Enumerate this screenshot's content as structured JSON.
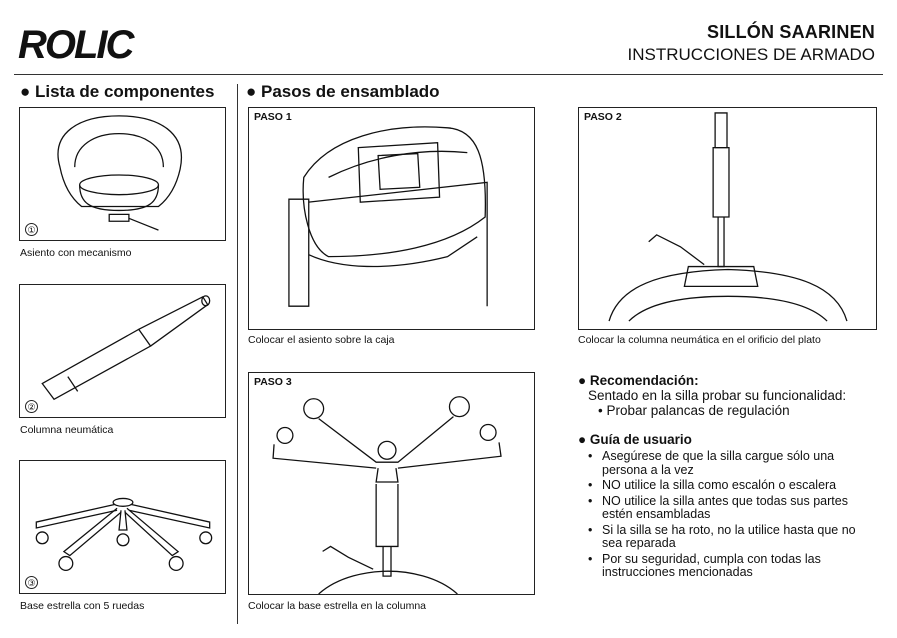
{
  "brand": {
    "logo_text": "ROLIC"
  },
  "header": {
    "title": "SILLÓN SAARINEN",
    "subtitle": "INSTRUCCIONES DE ARMADO"
  },
  "components": {
    "heading": "● Lista de componentes",
    "items": [
      {
        "number": "①",
        "caption": "Asiento con mecanismo"
      },
      {
        "number": "②",
        "caption": "Columna neumática"
      },
      {
        "number": "③",
        "caption": "Base estrella  con 5 ruedas"
      }
    ]
  },
  "assembly": {
    "heading": "● Pasos de ensamblado",
    "steps": [
      {
        "label": "PASO 1",
        "caption": "Colocar el asiento sobre la caja"
      },
      {
        "label": "PASO 2",
        "caption": "Colocar la columna neumática en el orificio del plato"
      },
      {
        "label": "PASO 3",
        "caption": "Colocar la base estrella en la columna"
      }
    ]
  },
  "recommendation": {
    "heading": "● Recomendación:",
    "text": "Sentado en la silla probar su funcionalidad:",
    "bullet": "• Probar palancas de regulación"
  },
  "guide": {
    "heading": "● Guía de usuario",
    "items": [
      "Asegúrese de que la silla cargue sólo una persona a la vez",
      "NO utilice la silla como escalón o escalera",
      "NO utilice la silla antes que todas sus partes estén ensambladas",
      "Si la silla se ha roto, no la utilice hasta que no sea reparada",
      "Por su seguridad, cumpla con todas las instrucciones mencionadas"
    ]
  }
}
